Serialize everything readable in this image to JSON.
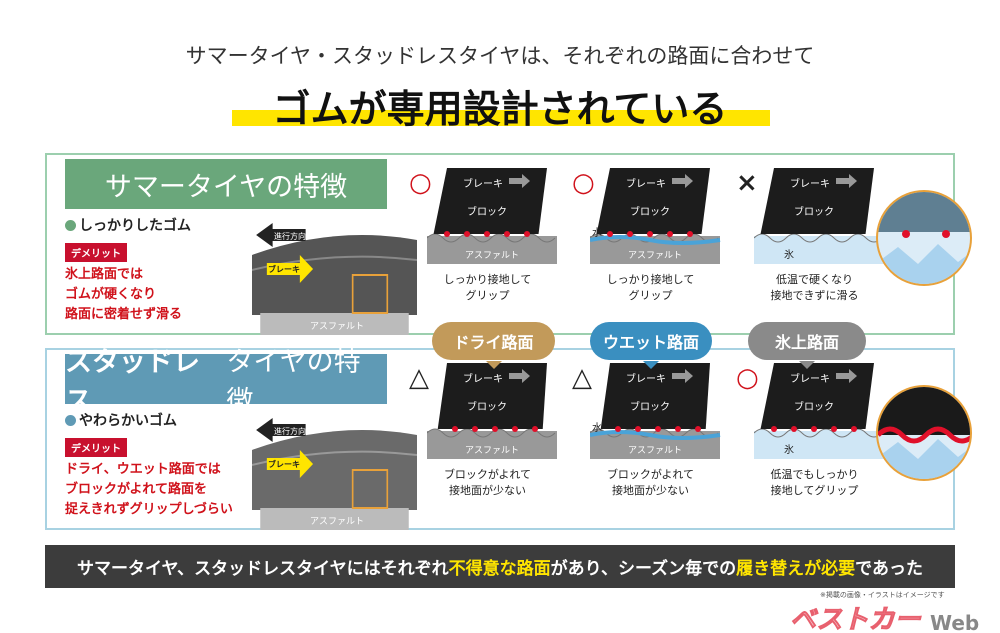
{
  "subtitle": "サマータイヤ・スタッドレスタイヤは、それぞれの路面に合わせて",
  "title": "ゴムが専用設計されている",
  "summer": {
    "header": "サマータイヤの特徴",
    "feature": "しっかりしたゴム",
    "demerit_label": "デメリット",
    "demerit": [
      "氷上路面では",
      "ゴムが硬くなり",
      "路面に密着せず滑る"
    ],
    "direction": "進行方向",
    "brake": "ブレーキ",
    "road": "アスファルト",
    "cols": [
      {
        "mark": "○",
        "caption": [
          "しっかり接地して",
          "グリップ"
        ]
      },
      {
        "mark": "○",
        "caption": [
          "しっかり接地して",
          "グリップ"
        ]
      },
      {
        "mark": "×",
        "caption": [
          "低温で硬くなり",
          "接地できずに滑る"
        ]
      }
    ]
  },
  "studless": {
    "header_bold": "スタッドレス",
    "header_rest": "タイヤの特徴",
    "feature": "やわらかいゴム",
    "demerit_label": "デメリット",
    "demerit": [
      "ドライ、ウエット路面では",
      "ブロックがよれて路面を",
      "捉えきれずグリップしづらい"
    ],
    "direction": "進行方向",
    "brake": "ブレーキ",
    "road": "アスファルト",
    "cols": [
      {
        "mark": "△",
        "caption": [
          "ブロックがよれて",
          "接地面が少ない"
        ]
      },
      {
        "mark": "△",
        "caption": [
          "ブロックがよれて",
          "接地面が少ない"
        ]
      },
      {
        "mark": "○",
        "caption": [
          "低温でもしっかり",
          "接地してグリップ"
        ]
      }
    ]
  },
  "diagram": {
    "brake": "ブレーキ",
    "block": "ブロック",
    "asphalt": "アスファルト",
    "water": "水",
    "ice": "氷"
  },
  "roads": [
    {
      "label": "ドライ路面",
      "color": "#c29a5a"
    },
    {
      "label": "ウエット路面",
      "color": "#3a8fc0"
    },
    {
      "label": "氷上路面",
      "color": "#8a8a8a"
    }
  ],
  "banner": {
    "p1": "サマータイヤ、スタッドレスタイヤにはそれぞれ",
    "h1": "不得意な路面",
    "p2": "があり、シーズン毎での",
    "h2": "履き替えが必要",
    "p3": "であった"
  },
  "note": "※掲載の画像・イラストはイメージです",
  "logo": "ベストカーWeb"
}
